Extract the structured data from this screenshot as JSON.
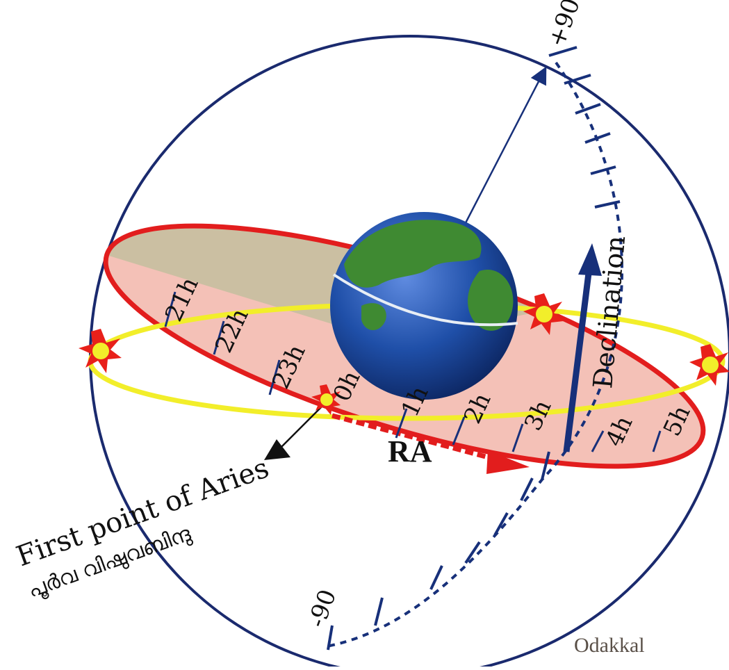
{
  "diagram": {
    "hour_labels": [
      "21h",
      "22h",
      "23h",
      "0h",
      "1h",
      "2h",
      "3h",
      "4h",
      "5h"
    ],
    "ra_label": "RA",
    "declination_label": "Declination",
    "first_point_label": "First point of Aries",
    "first_point_label_ml": "പൂർവ വിഷുവബിന്ദു",
    "north_pole_label": "+90",
    "south_pole_label": "-90",
    "credit": "Odakkal",
    "colors": {
      "celestial_sphere": "#1a2a6e",
      "celestial_equator": "#e21d1d",
      "equator_fill_back": "#c7bfa0",
      "equator_fill_front": "#f2b6aa",
      "ecliptic": "#f2ee2a",
      "sun": "#e8201a",
      "earth_ocean": "#1f4fa8",
      "earth_land": "#3f8a32",
      "declination_arrow": "#17307a",
      "ra_arrow": "#e21d1d"
    }
  }
}
